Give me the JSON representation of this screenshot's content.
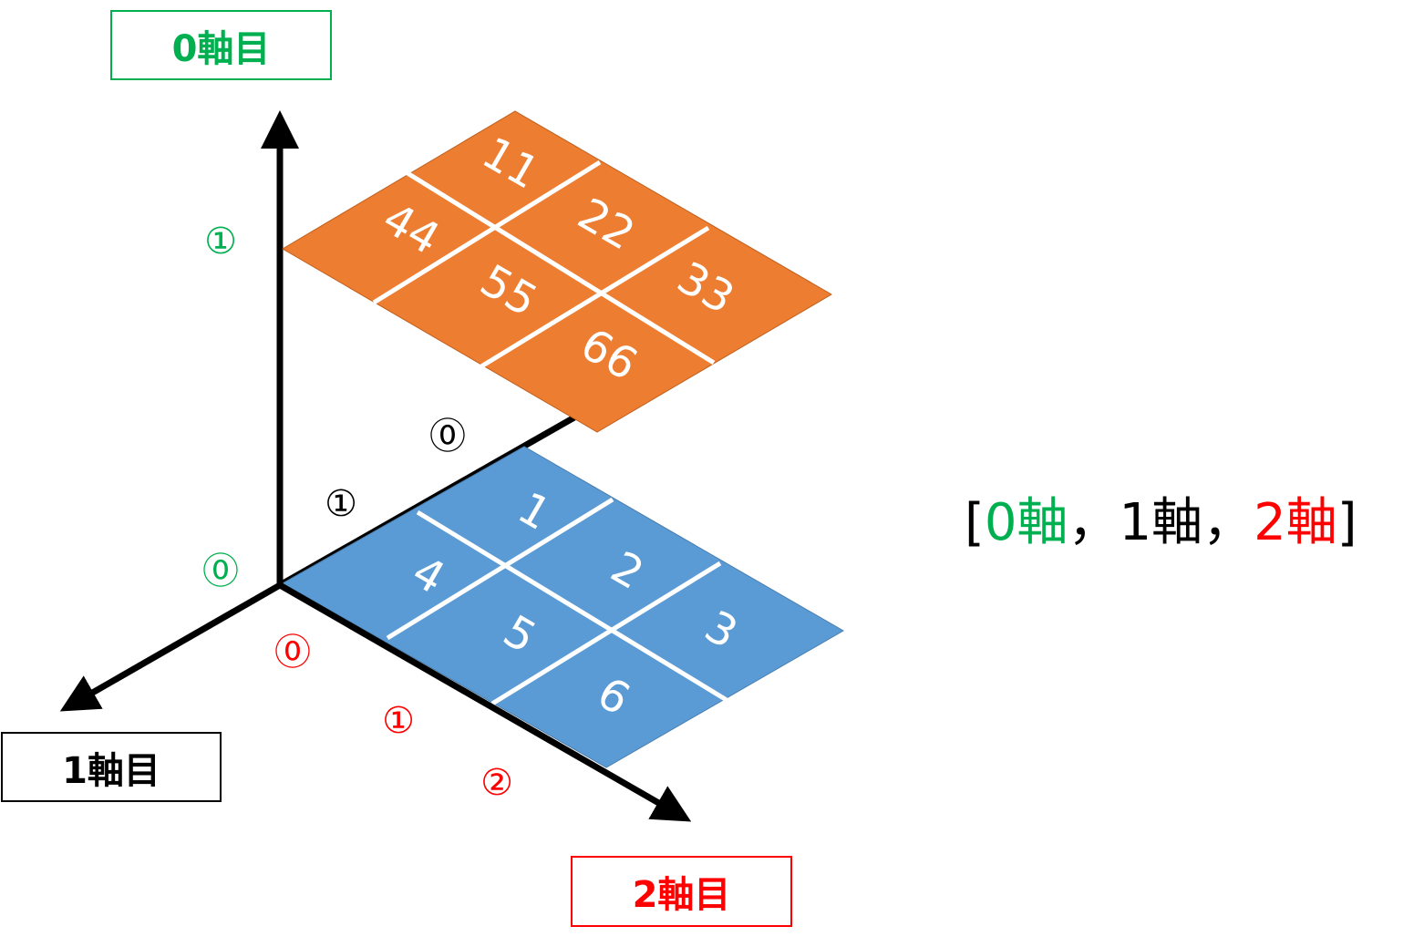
{
  "axis_labels": {
    "axis0": "0軸目",
    "axis1": "1軸目",
    "axis2": "2軸目"
  },
  "axis0_indices": [
    "⓪",
    "①"
  ],
  "axis1_indices": [
    "⓪",
    "①"
  ],
  "axis2_indices": [
    "⓪",
    "①",
    "②"
  ],
  "layer0_values": [
    "1",
    "2",
    "3",
    "4",
    "5",
    "6"
  ],
  "layer1_values": [
    "11",
    "22",
    "33",
    "44",
    "55",
    "66"
  ],
  "legend": {
    "open": "[",
    "a0": "0軸",
    "sep1": "，",
    "a1": "1軸",
    "sep2": "，",
    "a2": "2軸",
    "close": "]"
  },
  "colors": {
    "axis0": "#00b050",
    "axis1": "#000000",
    "axis2": "#ff0000",
    "layer0": "#5b9bd5",
    "layer1": "#ed7d31"
  }
}
